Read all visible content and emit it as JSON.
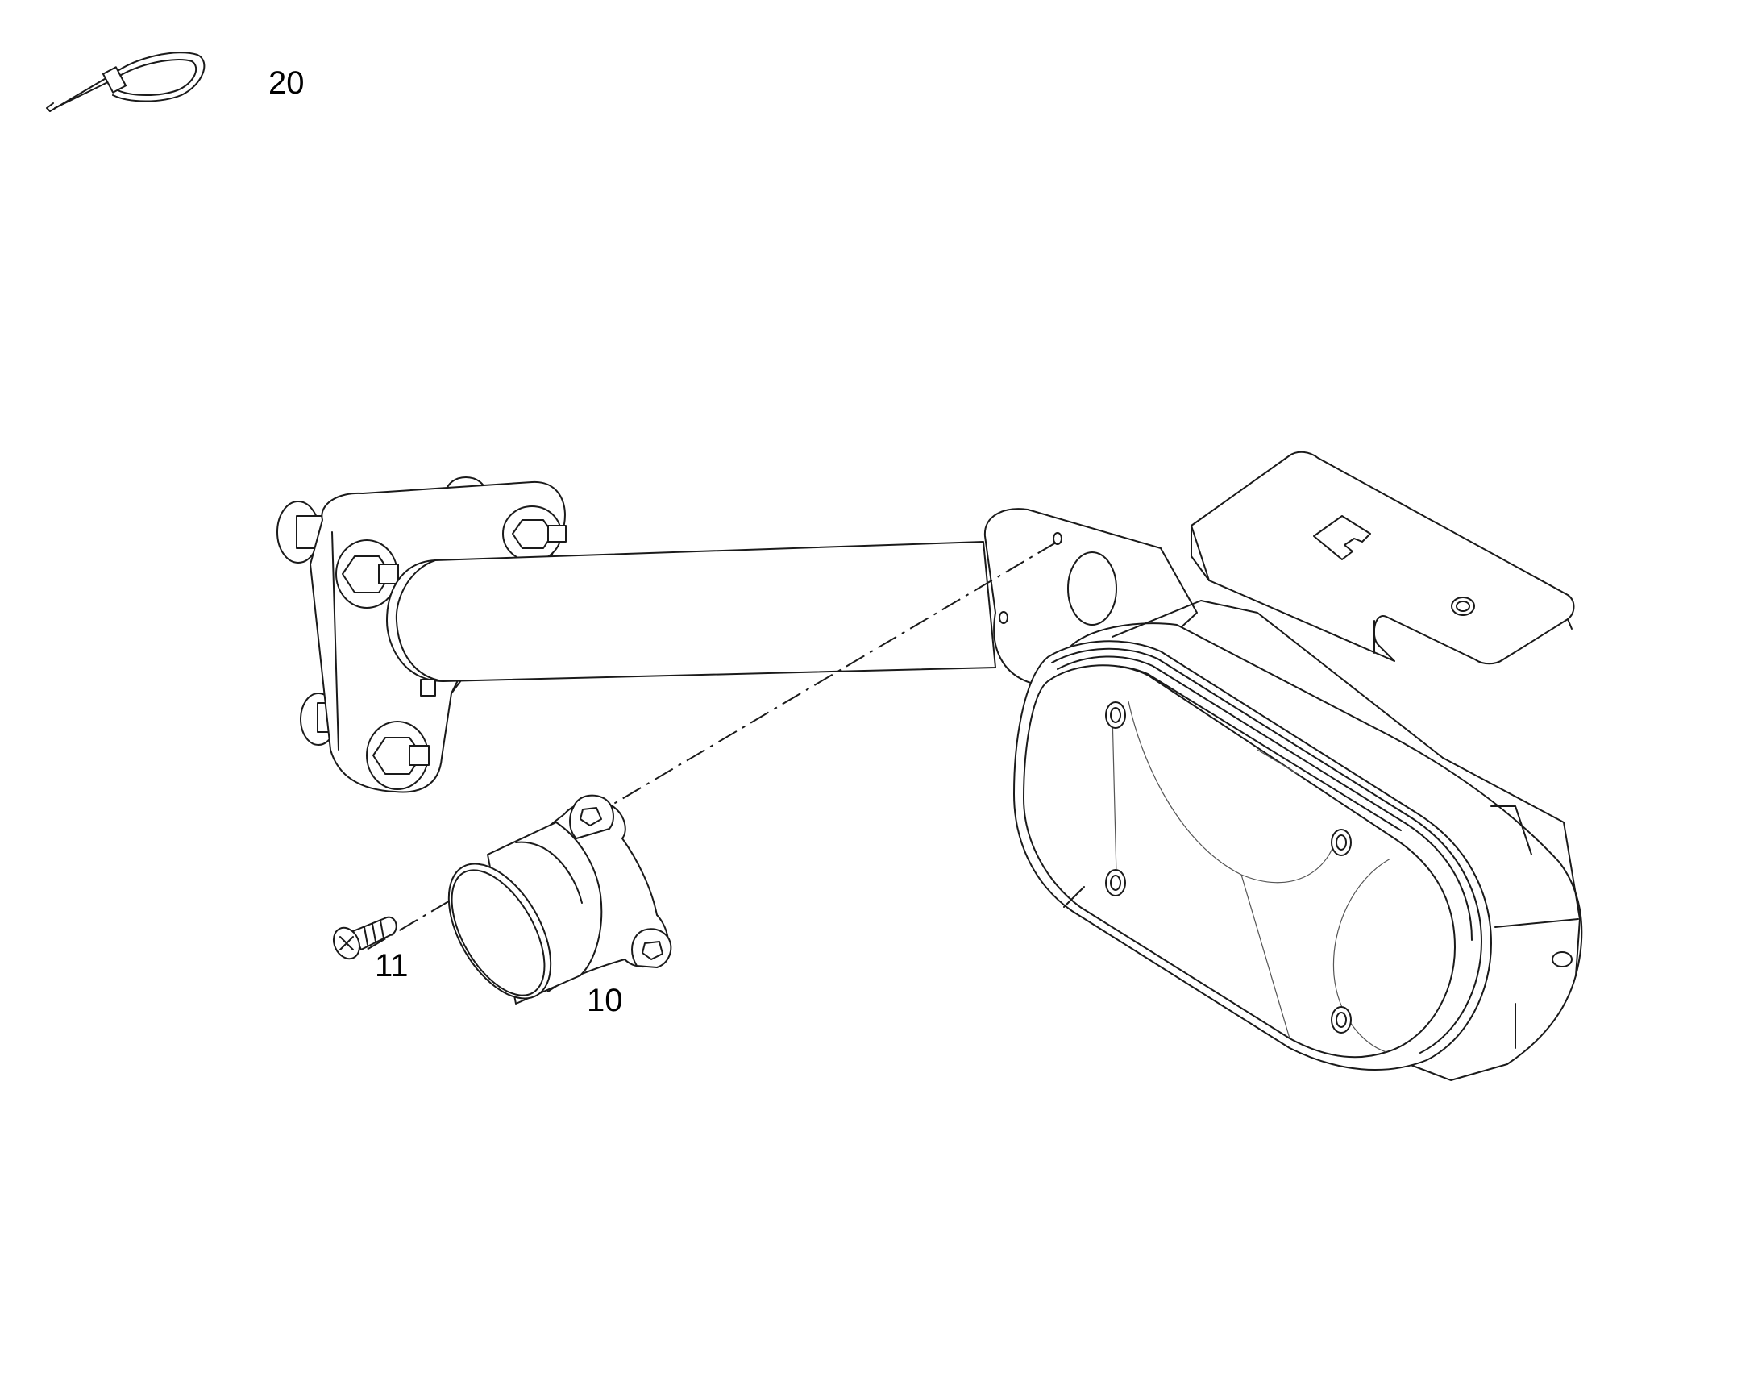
{
  "diagram": {
    "callouts": {
      "cable_tie": "20",
      "screw": "11",
      "sensor": "10"
    },
    "colors": {
      "line": "#1a1a1a",
      "background": "#ffffff"
    }
  }
}
